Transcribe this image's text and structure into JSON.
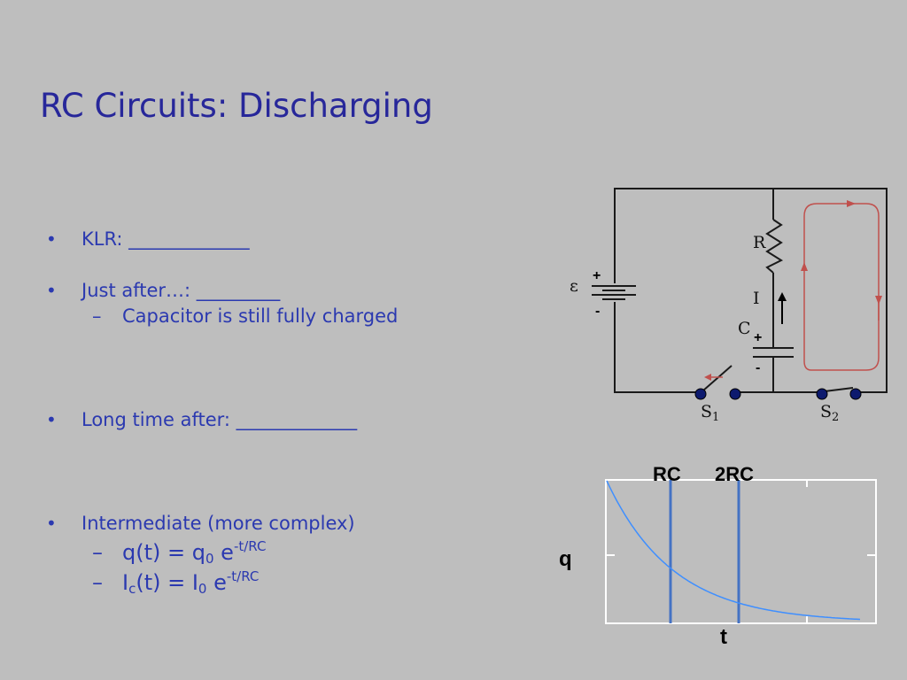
{
  "title": "RC Circuits: Discharging",
  "bullets": {
    "b1": "KLR: _____________",
    "b2": "Just after…:  _________",
    "b2_sub": "Capacitor is still fully charged",
    "b3": "Long time after: _____________",
    "b4": "Intermediate (more complex)",
    "eq1": {
      "left": "q(t) = q",
      "sub": "0",
      "mid": " e",
      "sup": "-t/RC"
    },
    "eq2": {
      "a": "I",
      "a_sub": "c",
      "b": "(t) = I",
      "b_sub": "0",
      "mid": " e",
      "sup": "-t/RC"
    },
    "bullet_char": "•",
    "dash_char": "–"
  },
  "circuit": {
    "emf": "ε",
    "battery_plus": "+",
    "battery_minus": "-",
    "resistor": "R",
    "current": "I",
    "capacitor": "C",
    "cap_plus": "+",
    "cap_minus": "-",
    "switch1": "S",
    "switch1_sub": "1",
    "switch2": "S",
    "switch2_sub": "2",
    "wire_color": "#1a1a1a",
    "arrow_color": "#c0504d",
    "node_color": "#0d1a6e"
  },
  "graph": {
    "label_rc": "RC",
    "label_2rc": "2RC",
    "ylabel": "q",
    "xlabel": "t",
    "curve_color": "#3f8fff",
    "marker_color": "#4472c4"
  }
}
